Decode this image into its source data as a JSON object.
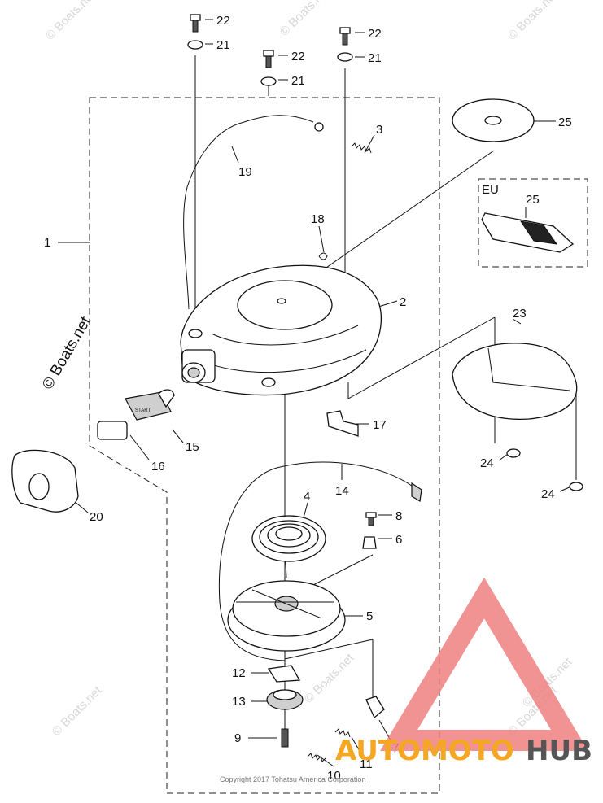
{
  "callouts": {
    "n1": "1",
    "n2": "2",
    "n3": "3",
    "n4": "4",
    "n5": "5",
    "n6": "6",
    "n7": "7",
    "n8": "8",
    "n9": "9",
    "n10": "10",
    "n11": "11",
    "n12": "12",
    "n13": "13",
    "n14": "14",
    "n15": "15",
    "n16": "16",
    "n17": "17",
    "n18": "18",
    "n19": "19",
    "n20": "20",
    "n21": "21",
    "n22": "22",
    "n23": "23",
    "n24": "24",
    "n25": "25"
  },
  "eu_box": {
    "label": "EU",
    "part": "25"
  },
  "start_handle_text": "START",
  "watermark": "© Boats.net",
  "copyright": "Copyright 2017 Tohatsu America Corporation",
  "brand": {
    "part1": "AUTOMOTO",
    "part2": "HUB",
    "color1": "#f5a623",
    "color2": "#555555",
    "logo_color": "#f08080"
  }
}
